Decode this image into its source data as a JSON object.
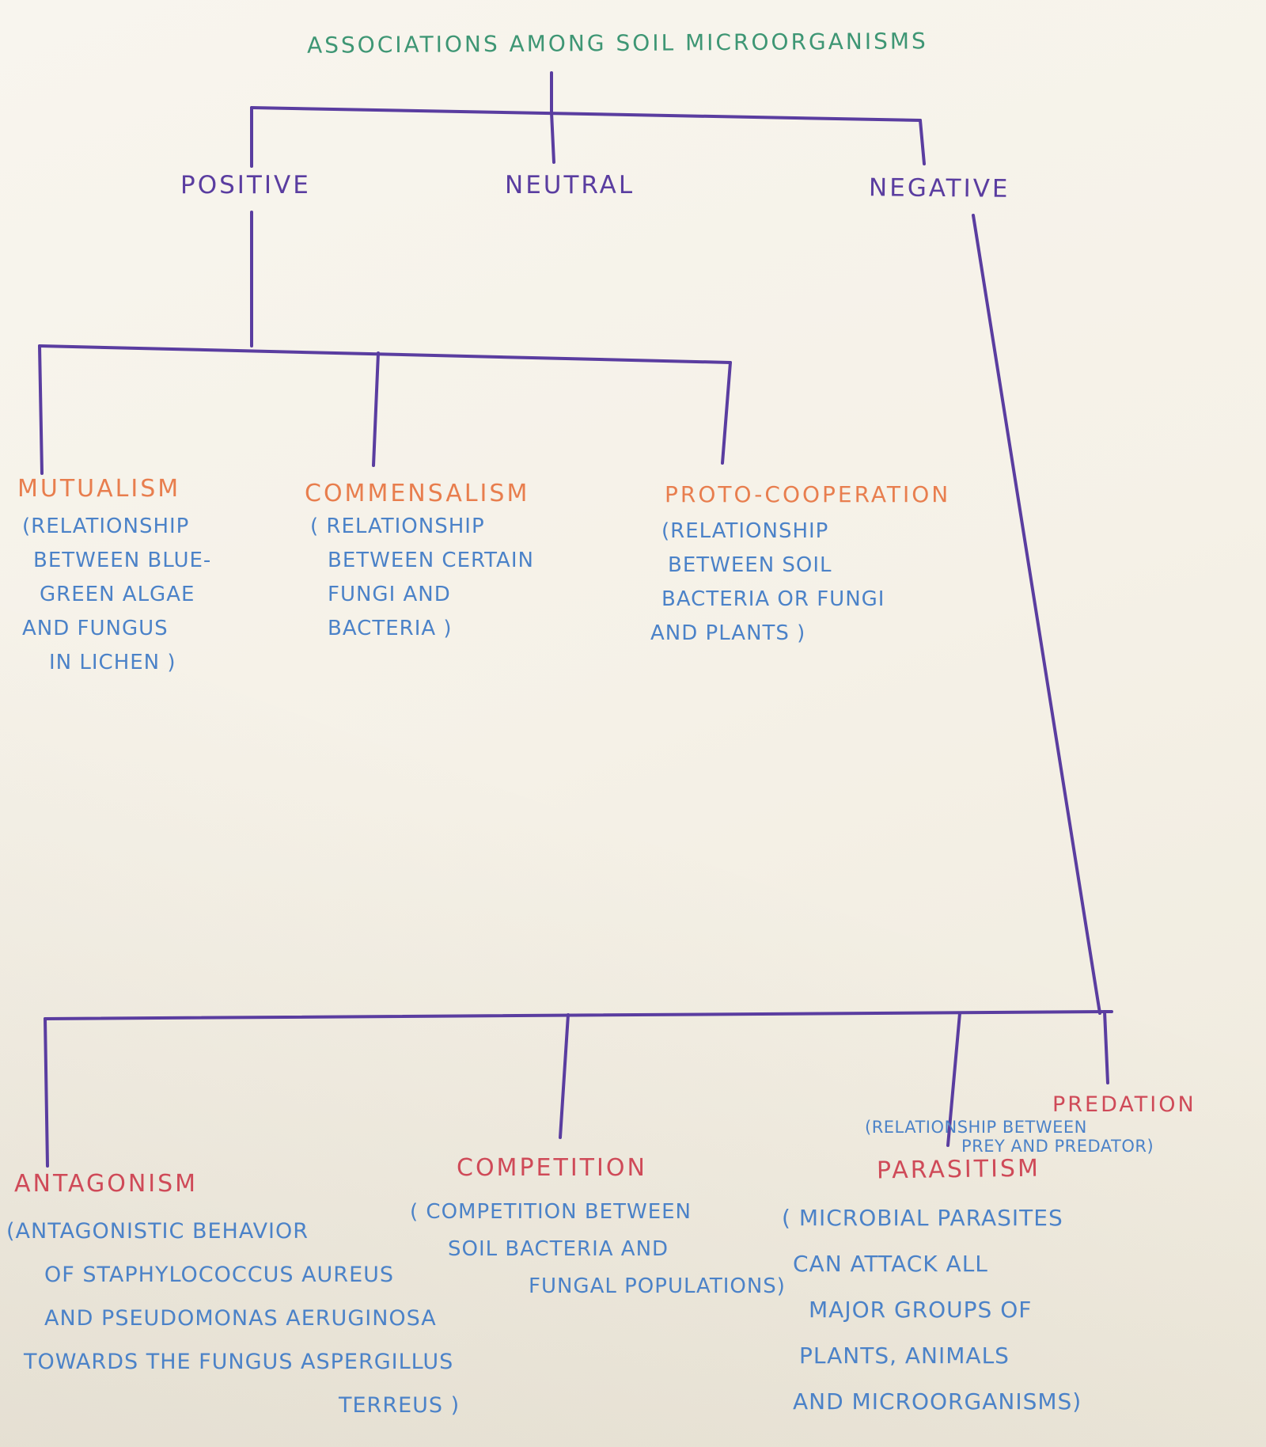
{
  "diagram": {
    "title": "ASSOCIATIONS AMONG SOIL MICROORGANISMS",
    "type": "hand-drawn flowchart",
    "colors": {
      "paper": "#f5f1e7",
      "title_green": "#3e9674",
      "connector_purple": "#5a3da0",
      "positive_heading_orange": "#e87e4e",
      "negative_heading_red": "#cf4a58",
      "description_blue": "#4b82c8"
    },
    "level1": {
      "positive": "POSITIVE",
      "neutral": "NEUTRAL",
      "negative": "NEGATIVE"
    },
    "positive_children": {
      "mutualism": {
        "label": "MUTUALISM",
        "desc": [
          "(RELATIONSHIP",
          "BETWEEN BLUE-",
          "GREEN ALGAE",
          "AND FUNGUS",
          "IN LICHEN )"
        ]
      },
      "commensalism": {
        "label": "COMMENSALISM",
        "desc": [
          "( RELATIONSHIP",
          "BETWEEN CERTAIN",
          "FUNGI AND",
          "BACTERIA )"
        ]
      },
      "proto_cooperation": {
        "label": "PROTO-COOPERATION",
        "desc": [
          "(RELATIONSHIP",
          "BETWEEN SOIL",
          "BACTERIA OR FUNGI",
          "AND PLANTS )"
        ]
      }
    },
    "negative_children": {
      "antagonism": {
        "label": "ANTAGONISM",
        "desc": [
          "(ANTAGONISTIC BEHAVIOR",
          "OF STAPHYLOCOCCUS AUREUS",
          "AND PSEUDOMONAS AERUGINOSA",
          "TOWARDS THE FUNGUS ASPERGILLUS",
          "TERREUS )"
        ]
      },
      "competition": {
        "label": "COMPETITION",
        "desc": [
          "( COMPETITION BETWEEN",
          "SOIL BACTERIA AND",
          "FUNGAL POPULATIONS)"
        ]
      },
      "parasitism": {
        "label": "PARASITISM",
        "desc": [
          "( MICROBIAL PARASITES",
          "CAN ATTACK ALL",
          "MAJOR GROUPS OF",
          "PLANTS, ANIMALS",
          "AND MICROORGANISMS)"
        ]
      },
      "predation": {
        "label": "PREDATION",
        "desc": [
          "(RELATIONSHIP BETWEEN",
          "PREY AND PREDATOR)"
        ]
      }
    }
  }
}
